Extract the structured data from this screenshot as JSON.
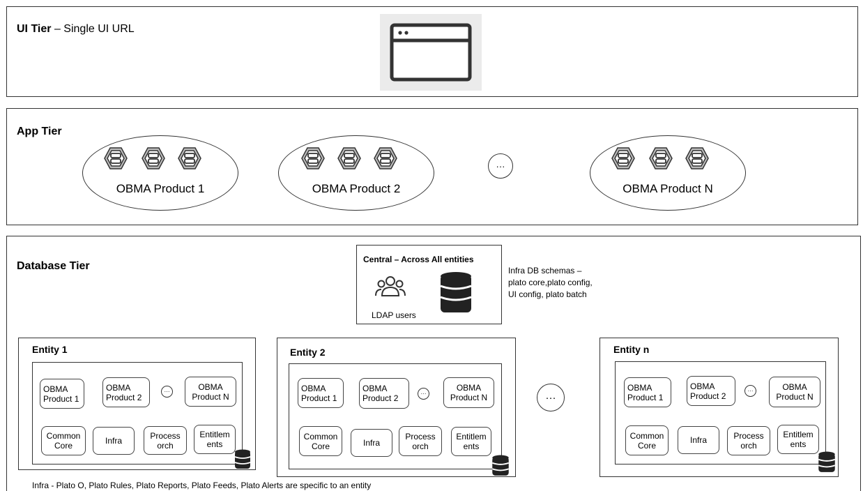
{
  "ui_tier": {
    "title_bold": "UI Tier",
    "title_rest": " – Single UI URL",
    "icon": "browser-window-icon"
  },
  "app_tier": {
    "title": "App Tier",
    "products": [
      {
        "label": "OBMA Product 1"
      },
      {
        "label": "OBMA Product 2"
      },
      {
        "label": "OBMA Product N"
      }
    ],
    "more": "···",
    "server_icon": "server-hexagon-icon"
  },
  "database_tier": {
    "title": "Database Tier",
    "central": {
      "title": "Central – Across All entities",
      "ldap_label": "LDAP users",
      "users_icon": "users-group-icon",
      "db_icon": "database-icon"
    },
    "schemas_note": [
      "Infra DB schemas –",
      "plato core,plato config,",
      "UI config, plato batch"
    ],
    "entities": [
      {
        "title": "Entity 1",
        "products": [
          [
            "OBMA",
            "Product 1"
          ],
          [
            "OBMA",
            "Product 2"
          ],
          [
            "OBMA",
            "Product N"
          ]
        ],
        "modules": [
          [
            "Common",
            "Core"
          ],
          [
            "Infra"
          ],
          [
            "Process",
            "orch"
          ],
          [
            "Entitlem",
            "ents"
          ]
        ]
      },
      {
        "title": "Entity 2",
        "products": [
          [
            "OBMA",
            "Product 1"
          ],
          [
            "OBMA",
            "Product 2"
          ],
          [
            "OBMA",
            "Product N"
          ]
        ],
        "modules": [
          [
            "Common",
            "Core"
          ],
          [
            "Infra"
          ],
          [
            "Process",
            "orch"
          ],
          [
            "Entitlem",
            "ents"
          ]
        ]
      },
      {
        "title": "Entity n",
        "products": [
          [
            "OBMA",
            "Product 1"
          ],
          [
            "OBMA",
            "Product 2"
          ],
          [
            "OBMA",
            "Product N"
          ]
        ],
        "modules": [
          [
            "Common",
            "Core"
          ],
          [
            "Infra"
          ],
          [
            "Process",
            "orch"
          ],
          [
            "Entitlem",
            "ents"
          ]
        ]
      }
    ],
    "more": "···",
    "footnote": "Infra - Plato O, Plato Rules, Plato Reports, Plato Feeds, Plato Alerts are specific to an entity"
  }
}
